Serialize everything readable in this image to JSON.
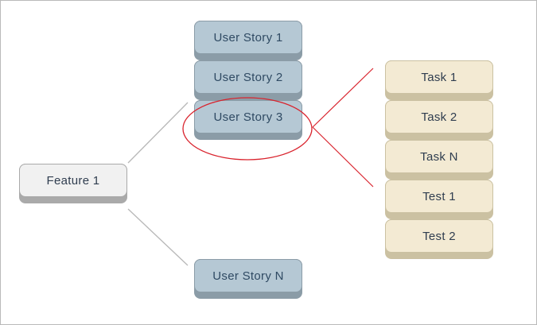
{
  "feature": {
    "label": "Feature 1"
  },
  "user_stories": [
    {
      "label": "User Story 1"
    },
    {
      "label": "User Story 2"
    },
    {
      "label": "User Story 3"
    },
    {
      "label": "User Story N"
    }
  ],
  "tasks": [
    {
      "label": "Task 1"
    },
    {
      "label": "Task 2"
    },
    {
      "label": "Task N"
    },
    {
      "label": "Test 1"
    },
    {
      "label": "Test 2"
    }
  ],
  "colors": {
    "feature_fill": "#f1f1f1",
    "story_fill": "#b5c8d4",
    "task_fill": "#f3ead3",
    "highlight": "#d9232d",
    "connector": "#b8b8b8"
  }
}
